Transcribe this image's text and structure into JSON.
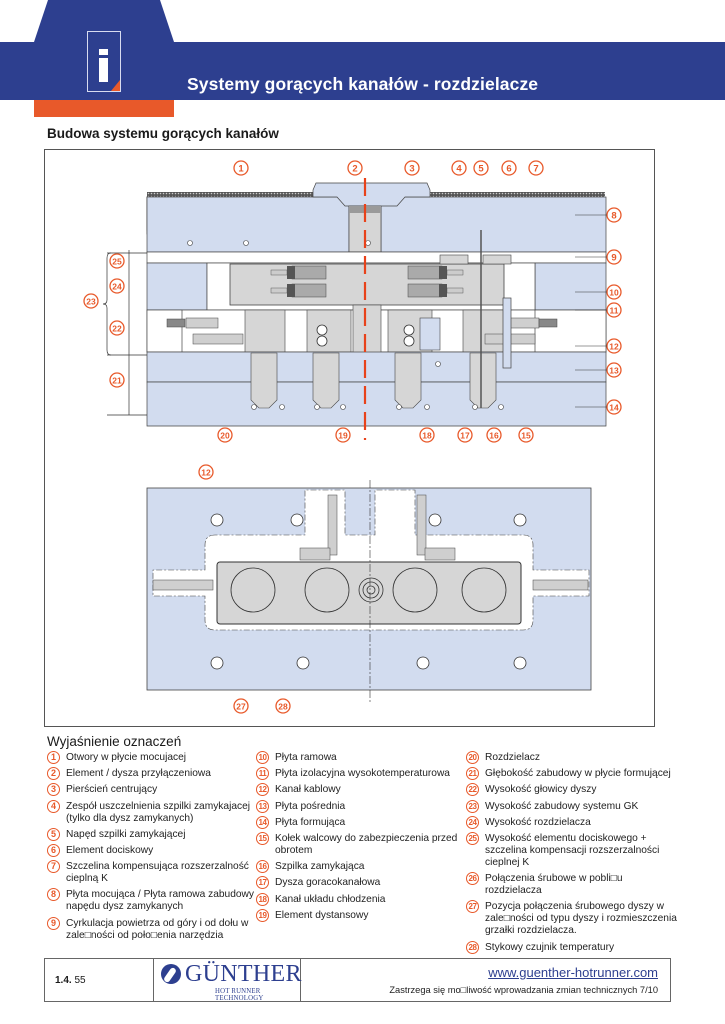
{
  "header": {
    "title": "Systemy gorących kanałów - rozdzielacze",
    "icon": "info-icon",
    "colors": {
      "brand_blue": "#2d3f8f",
      "accent_orange": "#e8592a"
    }
  },
  "section": {
    "title": "Budowa systemu gorących kanałów"
  },
  "diagram": {
    "colors": {
      "plate_fill": "#d2dcef",
      "component_gray": "#d6d6d6",
      "dark_gray": "#8f8f8f",
      "centerline_red": "#e8421a",
      "callout": "#e8592a"
    },
    "section_view_callouts_top": [
      "1",
      "2",
      "3",
      "4",
      "5",
      "6",
      "7"
    ],
    "section_view_callouts_right": [
      "8",
      "9",
      "10",
      "11",
      "12",
      "13",
      "14"
    ],
    "section_view_callouts_bottom": [
      "20",
      "19",
      "18",
      "17",
      "16",
      "15"
    ],
    "section_view_callouts_left": [
      "25",
      "24",
      "23",
      "22",
      "21"
    ],
    "plan_view_callouts": [
      "12",
      "27",
      "28"
    ]
  },
  "legend": {
    "title": "Wyjaśnienie oznaczeń",
    "columns": [
      [
        {
          "num": "1",
          "text": "Otwory w płycie mocujacej"
        },
        {
          "num": "2",
          "text": "Element / dysza przyłączeniowa"
        },
        {
          "num": "3",
          "text": "Pierścień centrujący"
        },
        {
          "num": "4",
          "text": "Zespół uszczelnienia szpilki zamykajacej (tylko dla dysz zamykanych)"
        },
        {
          "num": "5",
          "text": "Napęd szpilki zamykającej"
        },
        {
          "num": "6",
          "text": "Element dociskowy"
        },
        {
          "num": "7",
          "text": "Szczelina kompensująca rozszerzalność cieplną  K"
        },
        {
          "num": "8",
          "text": "Płyta mocująca / Płyta ramowa zabudowy napędu dysz zamykanych"
        },
        {
          "num": "9",
          "text": "Cyrkulacja powietrza od góry i od dołu w zale□ności od poło□enia narzędzia"
        }
      ],
      [
        {
          "num": "10",
          "text": "Płyta ramowa"
        },
        {
          "num": "11",
          "text": "Płyta izolacyjna wysokotemperaturowa"
        },
        {
          "num": "12",
          "text": "Kanał kablowy"
        },
        {
          "num": "13",
          "text": "Płyta pośrednia"
        },
        {
          "num": "14",
          "text": "Płyta formująca"
        },
        {
          "num": "15",
          "text": "Kołek walcowy do zabezpieczenia przed obrotem"
        },
        {
          "num": "16",
          "text": "Szpilka zamykająca"
        },
        {
          "num": "17",
          "text": "Dysza goracokanałowa"
        },
        {
          "num": "18",
          "text": "Kanał układu chłodzenia"
        },
        {
          "num": "19",
          "text": "Element dystansowy"
        }
      ],
      [
        {
          "num": "20",
          "text": "Rozdzielacz"
        },
        {
          "num": "21",
          "text": "Głębokość zabudowy w płycie formującej"
        },
        {
          "num": "22",
          "text": "Wysokość głowicy dyszy"
        },
        {
          "num": "23",
          "text": "Wysokość zabudowy systemu GK"
        },
        {
          "num": "24",
          "text": "Wysokość rozdzielacza"
        },
        {
          "num": "25",
          "text": "Wysokość elementu dociskowego + szczelina kompensacji rozszerzalności cieplnej  K"
        },
        {
          "num": "26",
          "text": "Połączenia śrubowe w pobli□u rozdzielacza"
        },
        {
          "num": "27",
          "text": "Pozycja połączenia śrubowego dyszy w zale□ności od typu dyszy i rozmieszczenia grzałki rozdzielacza."
        },
        {
          "num": "28",
          "text": "Stykowy czujnik temperatury"
        }
      ]
    ]
  },
  "footer": {
    "page_bold": "1.4.",
    "page_num": " 55",
    "logo_name": "GÜNTHER",
    "logo_sub": "HOT RUNNER TECHNOLOGY",
    "url": "www.guenther-hotrunner.com",
    "note": "Zastrzega się mo□liwość wprowadzania zmian technicznych  7/10"
  }
}
